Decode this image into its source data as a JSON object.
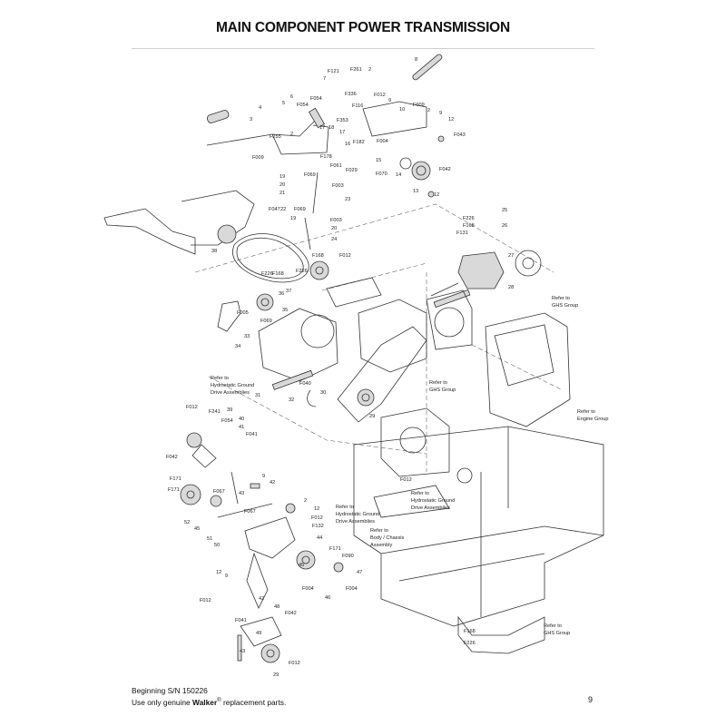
{
  "header": {
    "title": "MAIN COMPONENT POWER TRANSMISSION"
  },
  "callouts": [
    "F121",
    "F261",
    "2",
    "7",
    "F336",
    "F012",
    "8",
    "F054",
    "F054",
    "F116",
    "9",
    "F009",
    "6",
    "5",
    "4",
    "3",
    "F353",
    "10",
    "2",
    "9",
    "12",
    "F255",
    "17",
    "18",
    "2",
    "F182",
    "F043",
    "F009",
    "17",
    "16",
    "F004",
    "F178",
    "F061",
    "F029",
    "F070",
    "15",
    "14",
    "13",
    "F042",
    "12",
    "19",
    "20",
    "F003",
    "F069",
    "21",
    "23",
    "F047",
    "22",
    "F069",
    "19",
    "F003",
    "20",
    "24",
    "F012",
    "F168",
    "38",
    "F226",
    "F226",
    "F168",
    "36",
    "37",
    "35",
    "F005",
    "F069",
    "33",
    "34",
    "F226",
    "F168",
    "F131",
    "25",
    "26",
    "27",
    "28",
    "31",
    "32",
    "F040",
    "30",
    "29",
    "F012",
    "F241",
    "39",
    "F054",
    "40",
    "41",
    "F041",
    "F042",
    "F171",
    "F171",
    "43",
    "42",
    "9",
    "F067",
    "52",
    "45",
    "2",
    "12",
    "F012",
    "F132",
    "F067",
    "51",
    "50",
    "44",
    "F171",
    "F090",
    "45",
    "47",
    "46",
    "F004",
    "F004",
    "12",
    "9",
    "F012",
    "42",
    "48",
    "F041",
    "F042",
    "49",
    "43",
    "F012",
    "29",
    "F168",
    "F226",
    "F012"
  ],
  "refs": [
    {
      "label1": "Refer to",
      "label2": "GHS Group"
    },
    {
      "label1": "Refer to",
      "label2": "Hydrostatic Ground",
      "label3": "Drive Assemblies"
    },
    {
      "label1": "Refer to",
      "label2": "GHS Group"
    },
    {
      "label1": "Refer to",
      "label2": "Engine Group"
    },
    {
      "label1": "Refer to",
      "label2": "Hydrostatic Ground",
      "label3": "Drive Assemblies"
    },
    {
      "label1": "Refer to",
      "label2": "Hydrostatic Ground",
      "label3": "Drive Assemblies"
    },
    {
      "label1": "Refer to",
      "label2": "Body / Chassis",
      "label3": "Assembly"
    },
    {
      "label1": "Refer to",
      "label2": "GHS Group"
    }
  ],
  "footer": {
    "serial": "Beginning S/N 150226",
    "line2_pre": "Use only genuine ",
    "brand": "Walker",
    "reg": "®",
    "line2_post": " replacement parts.",
    "page_number": "9"
  }
}
